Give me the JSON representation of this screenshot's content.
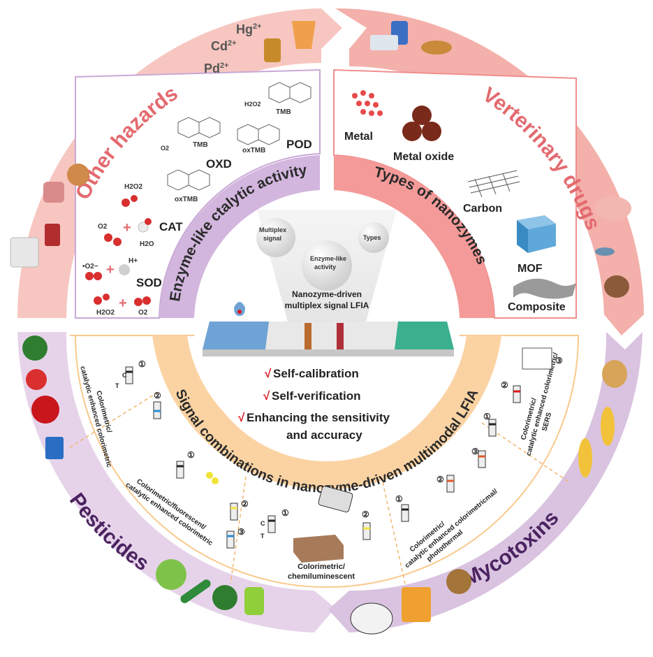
{
  "outer_ring": {
    "other_hazards": "Other hazards",
    "veterinary_drugs": "Verterinary drugs",
    "pesticides": "Pesticides",
    "mycotoxins": "Mycotoxins",
    "ions": [
      "Hg",
      "Cd",
      "Pd"
    ],
    "ion_charge": "2+"
  },
  "enzyme_panel": {
    "arc_title": "Enzyme-like ctalytic activity",
    "labels": {
      "tmb": "TMB",
      "oxtmb": "oxTMB",
      "h2o2": "H2O2",
      "o2": "O2",
      "h2o": "H2O",
      "hplus": "H+",
      "superoxide": "•O2−",
      "oxd": "OXD",
      "pod": "POD",
      "cat": "CAT",
      "sod": "SOD"
    }
  },
  "types_panel": {
    "arc_title": "Types of nanozymes",
    "items": [
      "Metal",
      "Metal oxide",
      "Carbon",
      "MOF",
      "Composite"
    ]
  },
  "center": {
    "bubbles": [
      "Multiplex signal",
      "Types",
      "Enzyme-like activity"
    ],
    "caption_line1": "Nanozyme-driven",
    "caption_line2": "multiplex signal LFIA",
    "benefits": [
      "Self-calibration",
      "Self-verification",
      "Enhancing the sensitivity",
      "and accuracy"
    ],
    "check": "√"
  },
  "signal_panel": {
    "arc_title": "Signal combinations in nanozyme-driven multimodal LFIA",
    "sectors": [
      {
        "line1": "Colorimetric/",
        "line2": "catalytic enhanced colorimetric"
      },
      {
        "line1": "Colorimetric/fluorescent/",
        "line2": "catalytic enhanced colorimetric"
      },
      {
        "line1": "Colorimetric/",
        "line2": "chemiluminescent"
      },
      {
        "line1": "Colorimetric/",
        "line2": "catalytic enhanced colorimetricmal/",
        "line3": "photothermal"
      },
      {
        "line1": "Colorimetric/",
        "line2": "catalytic enhanced colorimetric/",
        "line3": "SERS"
      }
    ],
    "strip_letters": {
      "c": "C",
      "t": "T"
    },
    "step_numbers": [
      "①",
      "②",
      "③"
    ]
  },
  "colors": {
    "outer_pink": "#f4b9b2",
    "outer_purple": "#e1cfe6",
    "purple_ring": "#c9a8d6",
    "pink_ring": "#f08e8e",
    "orange_ring": "#f9c98d",
    "title_pink": "#e36a6f",
    "title_purple": "#4b2360",
    "check_red": "#d9161c"
  }
}
